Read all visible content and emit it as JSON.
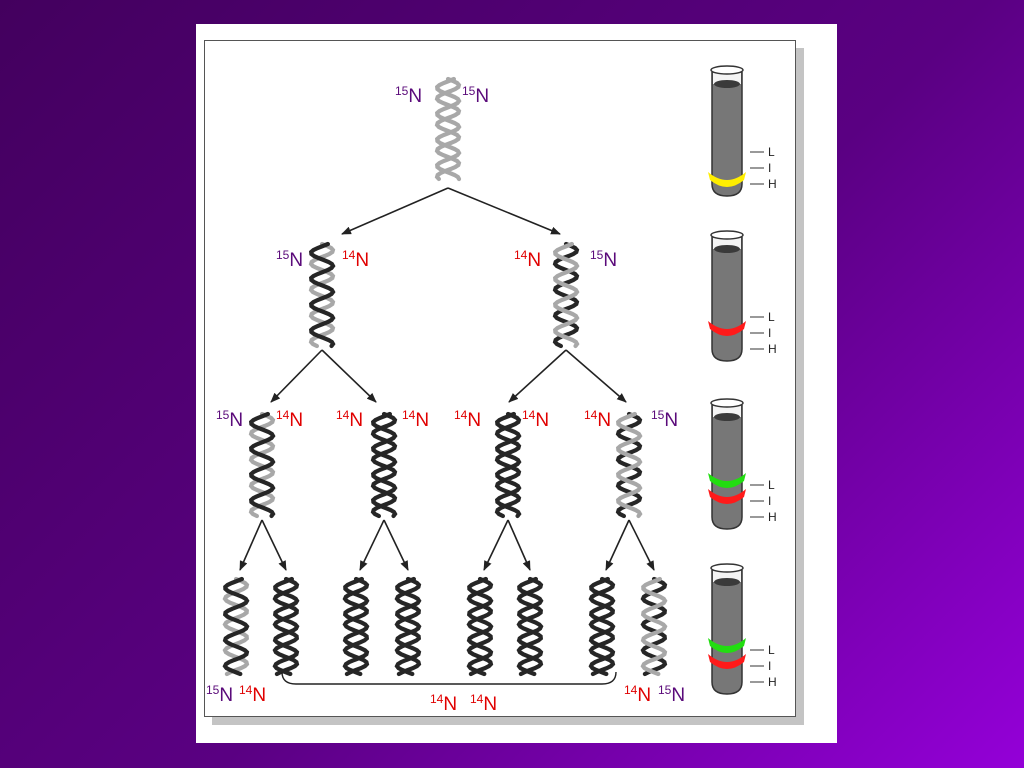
{
  "colors": {
    "n15": "#5a0a7a",
    "n14": "#e00000",
    "heavy_band": "#ffee00",
    "intermediate_band": "#ff1a1a",
    "light_band": "#22dd11"
  },
  "isotope": {
    "n15_mass": "15",
    "n14_mass": "14",
    "symbol": "N"
  },
  "tube_labels": {
    "light": "L",
    "intermediate": "I",
    "heavy": "H"
  },
  "generations": [
    {
      "strands": [
        [
          "15",
          "15"
        ]
      ]
    },
    {
      "strands": [
        [
          "15",
          "14"
        ],
        [
          "14",
          "15"
        ]
      ]
    },
    {
      "strands": [
        [
          "15",
          "14"
        ],
        [
          "14",
          "14"
        ],
        [
          "14",
          "14"
        ],
        [
          "14",
          "15"
        ]
      ]
    },
    {
      "bottom_labels": [
        [
          "15",
          "14"
        ],
        [
          "14",
          "14"
        ],
        [
          "14",
          "15"
        ]
      ]
    }
  ],
  "tubes": [
    {
      "bands": [
        "heavy"
      ]
    },
    {
      "bands": [
        "intermediate"
      ]
    },
    {
      "bands": [
        "light",
        "intermediate"
      ]
    },
    {
      "bands": [
        "light",
        "intermediate"
      ]
    }
  ]
}
